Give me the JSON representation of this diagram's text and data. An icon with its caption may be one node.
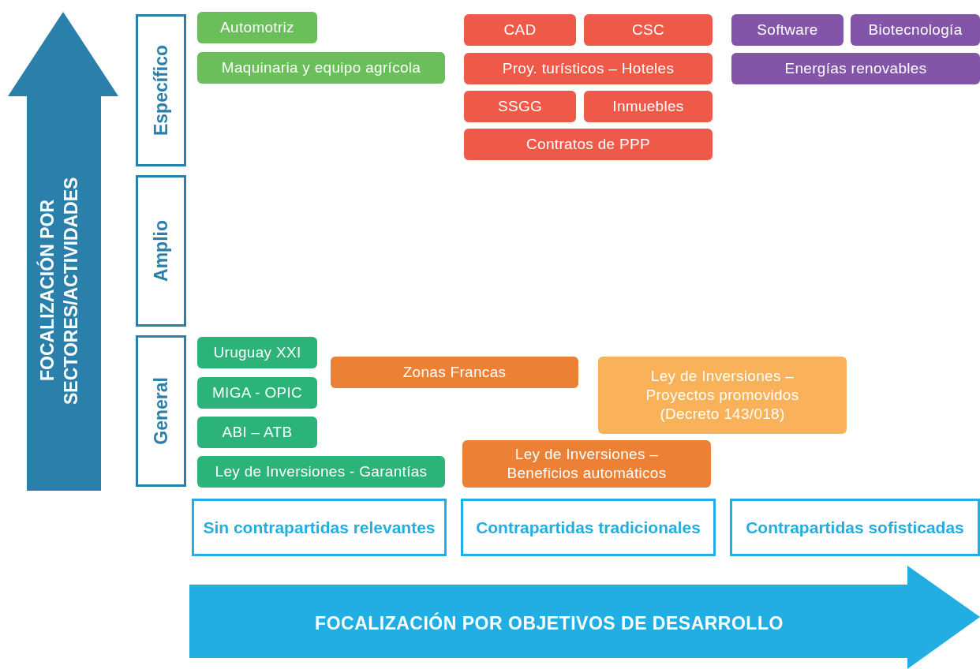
{
  "diagram": {
    "nodes": [
      {
        "text": [
          "FOCALIZACIÓN POR SECTORES/ACTIVIDADES"
        ]
      },
      {
        "text": [
          "Específico"
        ]
      },
      {
        "text": [
          "Amplio"
        ]
      },
      {
        "text": [
          "General"
        ]
      },
      {
        "text": [
          "Automotriz"
        ]
      },
      {
        "text": [
          "CAD"
        ]
      },
      {
        "text": [
          "CSC"
        ]
      },
      {
        "text": [
          "Software"
        ]
      },
      {
        "text": [
          "Biotecnología"
        ]
      },
      {
        "text": [
          "Maquinaria y equipo agrícola"
        ]
      },
      {
        "text": [
          "Proy. turísticos – Hoteles"
        ]
      },
      {
        "text": [
          "Energías renovables"
        ]
      },
      {
        "text": [
          "SSGG"
        ]
      },
      {
        "text": [
          "Inmuebles"
        ]
      },
      {
        "text": [
          "Contratos de PPP"
        ]
      },
      {
        "text": [
          "Uruguay XXI"
        ]
      },
      {
        "text": [
          "Zonas Francas"
        ]
      },
      {
        "text": [
          "Ley de Inversiones – Proyectos promovidos (Decreto 143/018)"
        ]
      },
      {
        "text": [
          "MIGA - OPIC"
        ]
      },
      {
        "text": [
          "ABI – ATB"
        ]
      },
      {
        "text": [
          "Ley de Inversiones - Garantías"
        ]
      },
      {
        "text": [
          "Ley de Inversiones – Beneficios automáticos"
        ]
      },
      {
        "text": [
          "Sin contrapartidas relevantes"
        ]
      },
      {
        "text": [
          "Contrapartidas tradicionales"
        ]
      },
      {
        "text": [
          "Contrapartidas sofisticadas"
        ]
      },
      {
        "text": [
          "FOCALIZACIÓN POR OBJETIVOS DE DESARROLLO"
        ]
      }
    ]
  }
}
